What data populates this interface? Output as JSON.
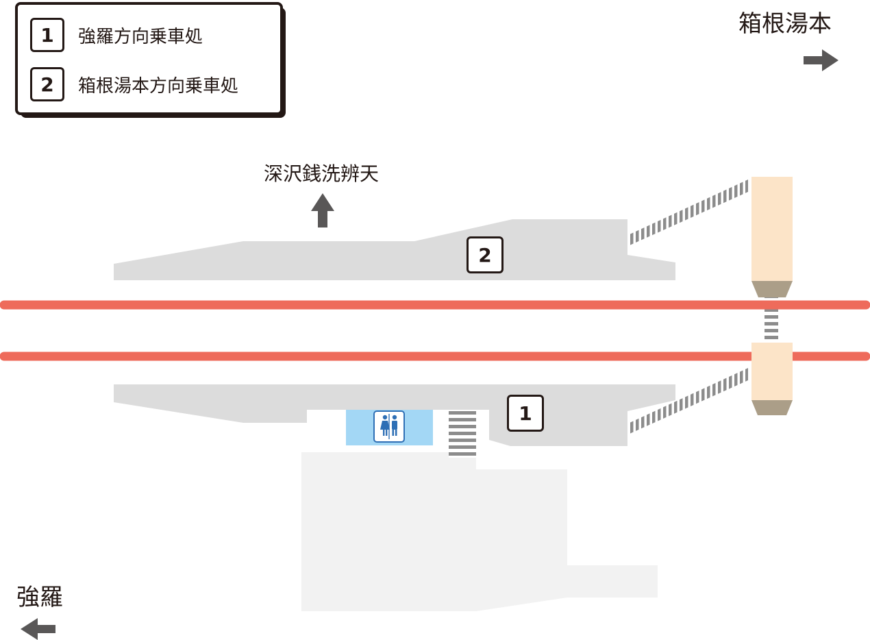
{
  "legend": {
    "items": [
      {
        "number": "1",
        "text": "強羅方向乗車処"
      },
      {
        "number": "2",
        "text": "箱根湯本方向乗車処"
      }
    ]
  },
  "directions": {
    "hakone_yumoto": "箱根湯本",
    "gora": "強羅",
    "exit": "深沢銭洗辨天"
  },
  "platforms": [
    {
      "number": "2"
    },
    {
      "number": "1"
    }
  ],
  "icons": {
    "restroom": "restroom-icon",
    "arrow_right": "arrow-right-icon",
    "arrow_left": "arrow-left-icon",
    "arrow_up": "arrow-up-icon"
  },
  "colors": {
    "track": "#EE6B5B",
    "platform": "#DCDCDC",
    "station_ground": "#F2F2F2",
    "footbridge": "#FCE4C8",
    "footbridge_stair": "#AB9E88",
    "restroom": "#A3D7F5",
    "arrow": "#595757",
    "text": "#231815"
  }
}
